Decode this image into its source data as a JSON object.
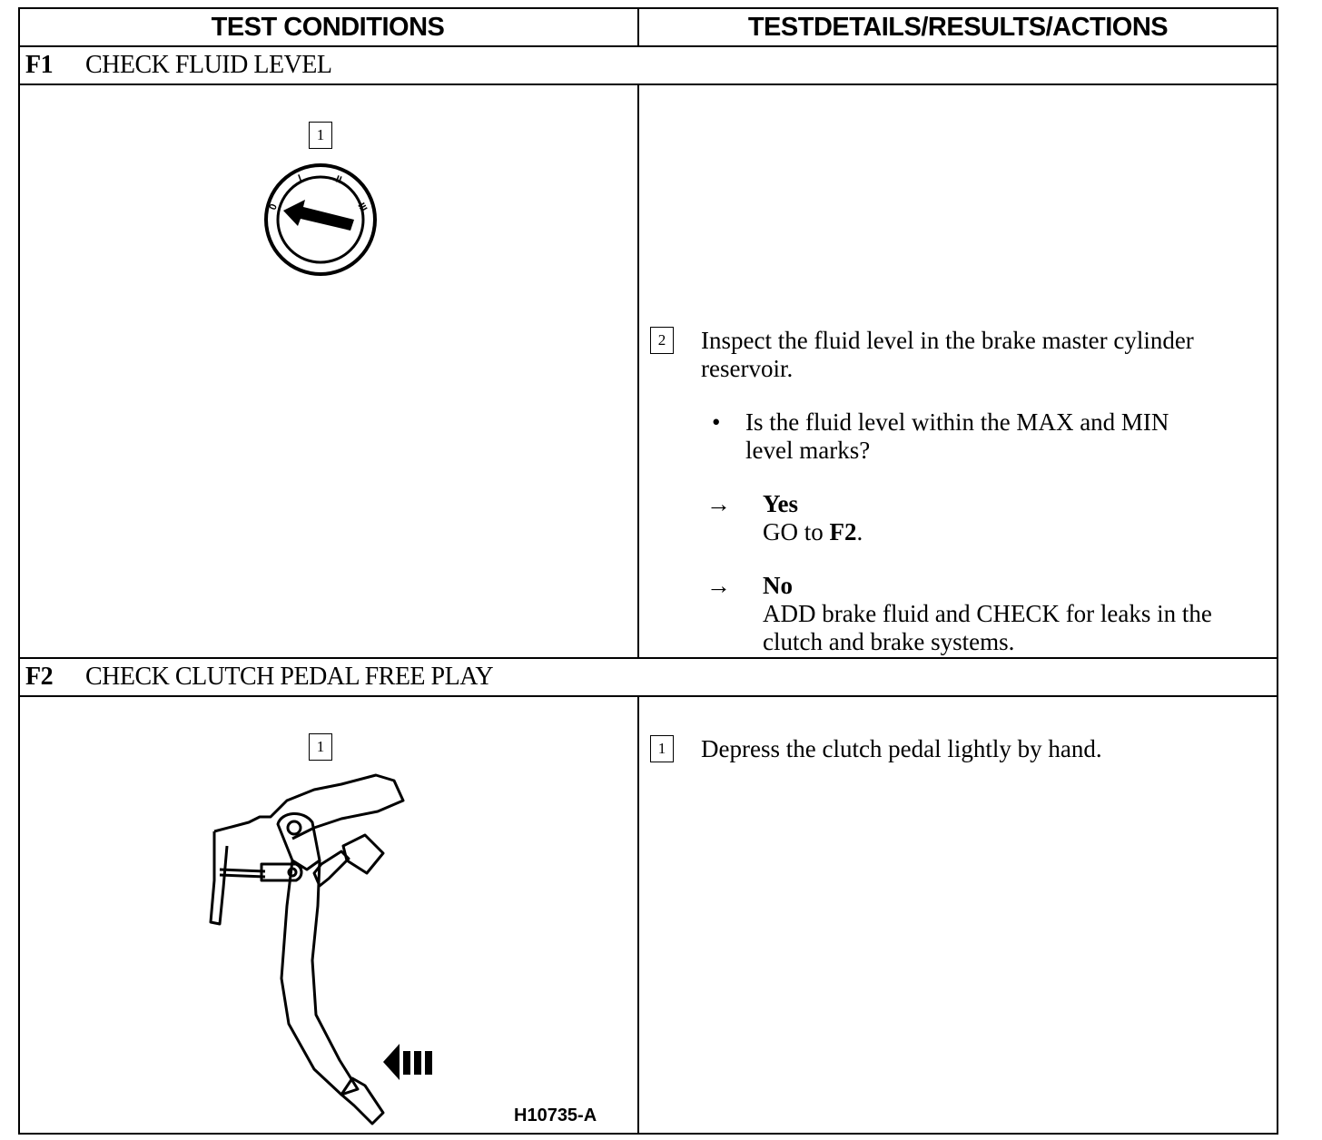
{
  "header": {
    "left": "TEST CONDITIONS",
    "right": "TESTDETAILS/RESULTS/ACTIONS"
  },
  "f1": {
    "code": "F1",
    "title": "CHECK FLUID LEVEL",
    "left_step": "1",
    "right_step": "2",
    "instruction_line1": "Inspect the fluid level in the brake master cylinder",
    "instruction_line2": "reservoir.",
    "bullet": "•",
    "question_line1": "Is the fluid level within the MAX and MIN",
    "question_line2": "level marks?",
    "arrow": "→",
    "yes_label": "Yes",
    "yes_action_prefix": "GO to ",
    "yes_action_target": "F2",
    "yes_action_suffix": ".",
    "no_label": "No",
    "no_action_line1": "ADD brake fluid and CHECK for leaks in the",
    "no_action_line2": "clutch and brake systems."
  },
  "f2": {
    "code": "F2",
    "title": "CHECK CLUTCH PEDAL FREE PLAY",
    "left_step": "1",
    "right_step": "1",
    "instruction": "Depress the clutch pedal lightly by hand.",
    "figure_id": "H10735-A"
  }
}
